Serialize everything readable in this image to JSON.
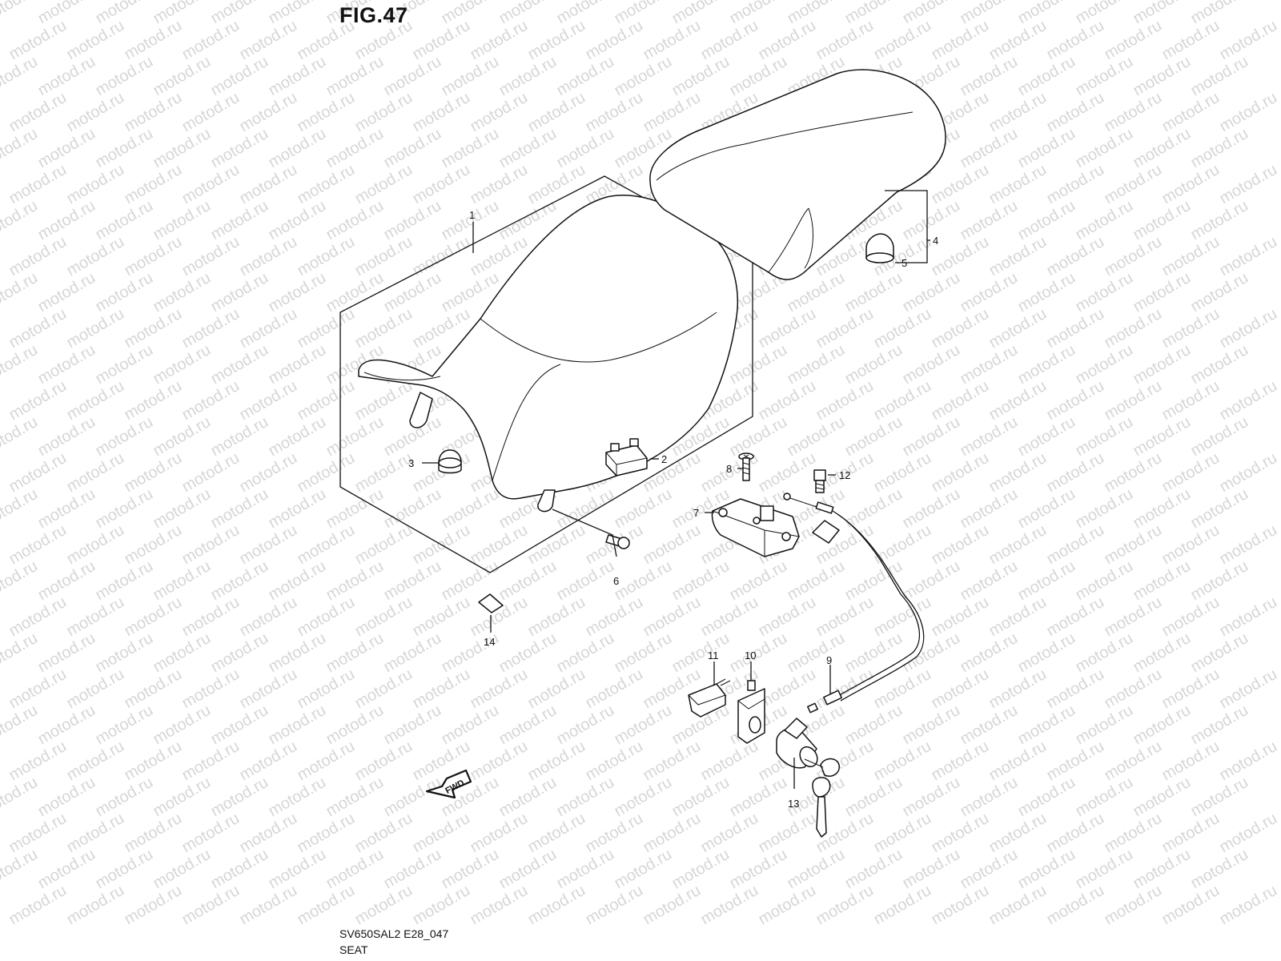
{
  "figure": {
    "title": "FIG.47",
    "model_code": "SV650SAL2 E28_047",
    "section_name": "SEAT",
    "watermark": "motod.ru"
  },
  "callouts": [
    {
      "id": "1",
      "part": "front-seat"
    },
    {
      "id": "2",
      "part": "seat-cushion-bracket"
    },
    {
      "id": "3",
      "part": "seat-cushion"
    },
    {
      "id": "4",
      "part": "rear-seat"
    },
    {
      "id": "5",
      "part": "rear-seat-cushion"
    },
    {
      "id": "6",
      "part": "screw"
    },
    {
      "id": "7",
      "part": "seat-lock-assembly"
    },
    {
      "id": "8",
      "part": "bolt"
    },
    {
      "id": "9",
      "part": "seat-lock-cable"
    },
    {
      "id": "10",
      "part": "lock-bracket"
    },
    {
      "id": "11",
      "part": "clip"
    },
    {
      "id": "12",
      "part": "bolt"
    },
    {
      "id": "13",
      "part": "seat-lock-cylinder-and-keys"
    },
    {
      "id": "14",
      "part": "label"
    }
  ],
  "fwd_label": "FWD"
}
